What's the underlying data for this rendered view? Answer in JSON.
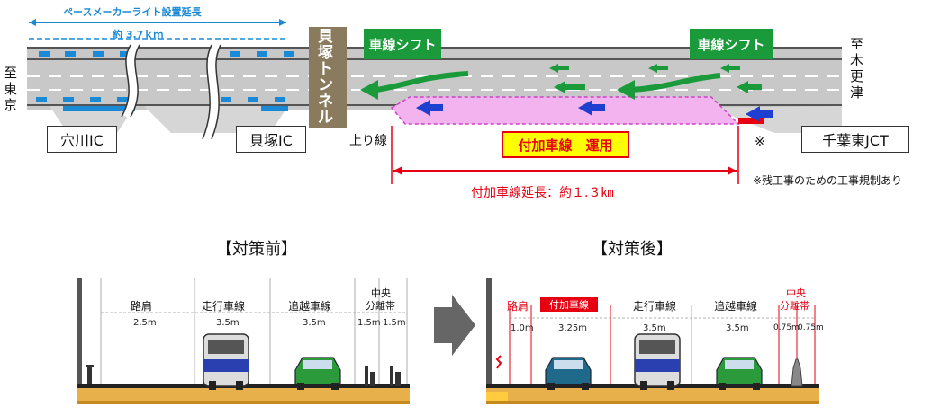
{
  "top": {
    "pacemaker_label": "ペースメーカーライト設置延長",
    "pacemaker_length": "約 3.7ｋｍ",
    "to_tokyo": [
      "至",
      "東",
      "京"
    ],
    "to_kisarazu": [
      "至",
      "木",
      "更",
      "津"
    ],
    "tunnel": [
      "貝",
      "塚",
      "ト",
      "ン",
      "ネ",
      "ル"
    ],
    "lane_shift_1": "車線シフト",
    "lane_shift_2": "車線シフト",
    "ic_anagawa": "穴川IC",
    "ic_kaizuka": "貝塚IC",
    "jct": "千葉東JCT",
    "inbound": "上り線",
    "aux_lane_operation": "付加車線　運用",
    "aux_lane_length": "付加車線延長：約１.３㎞",
    "asterisk": "※",
    "note": "※残工事のための工事規制あり"
  },
  "before": {
    "title": "【対策前】",
    "labels": [
      "路肩",
      "走行車線",
      "追越車線",
      "中央",
      "分離帯"
    ],
    "widths": [
      "2.5m",
      "3.5m",
      "3.5m",
      "1.5m",
      "1.5m"
    ]
  },
  "after": {
    "title": "【対策後】",
    "labels": [
      "路肩",
      "付加車線",
      "走行車線",
      "追越車線",
      "中央",
      "分離帯"
    ],
    "widths": [
      "1.0m",
      "3.25m",
      "3.5m",
      "3.5m",
      "0.75m",
      "0.75m"
    ]
  },
  "colors": {
    "road": "#c8c8c8",
    "green": "#1a9a3a",
    "aux_lane": "#f2b3ee",
    "accent_red": "#e60012",
    "accent_blue": "#1b8ad6",
    "bus": "#2a3fb0",
    "car": "#2a9a3a",
    "car_blue": "#1f6a8a"
  }
}
